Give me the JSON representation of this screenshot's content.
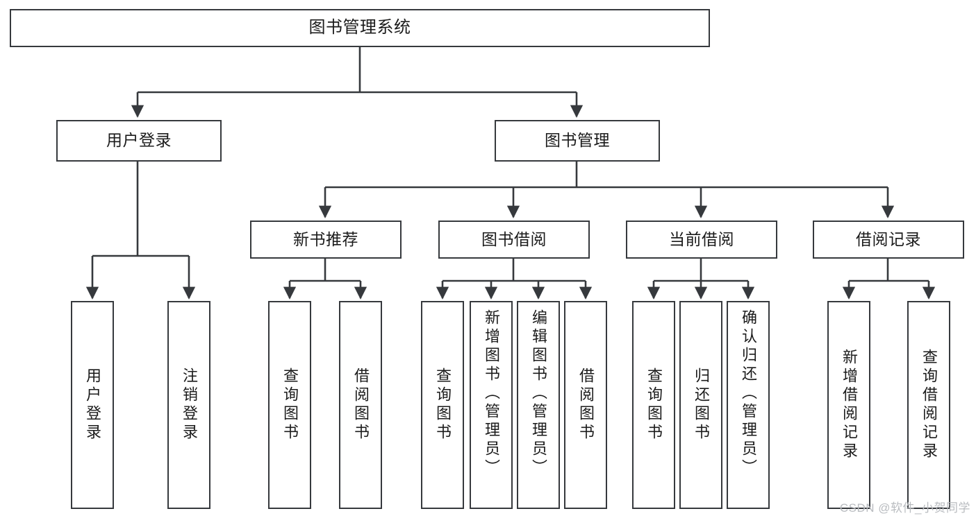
{
  "diagram": {
    "title": "图书管理系统",
    "watermark": "CSDN @软件_小贺同学",
    "colors": {
      "background": "#ffffff",
      "box_border": "#36393d",
      "box_fill": "#ffffff",
      "connector": "#36393d",
      "text": "#1b1b1b",
      "watermark": "#b9bcc0"
    },
    "root": {
      "label": "图书管理系统"
    },
    "level1": [
      {
        "label": "用户登录"
      },
      {
        "label": "图书管理"
      }
    ],
    "level2": [
      {
        "label": "新书推荐"
      },
      {
        "label": "图书借阅"
      },
      {
        "label": "当前借阅"
      },
      {
        "label": "借阅记录"
      }
    ],
    "leaves": {
      "user_login": [
        {
          "label": "用户登录"
        },
        {
          "label": "注销登录"
        }
      ],
      "new_book": [
        {
          "label": "查询图书"
        },
        {
          "label": "借阅图书"
        }
      ],
      "book_borrow": [
        {
          "label": "查询图书"
        },
        {
          "label": "新增图书（管理员）"
        },
        {
          "label": "编辑图书（管理员）"
        },
        {
          "label": "借阅图书"
        }
      ],
      "current_borrow": [
        {
          "label": "查询图书"
        },
        {
          "label": "归还图书"
        },
        {
          "label": "确认归还（管理员）"
        }
      ],
      "borrow_record": [
        {
          "label": "新增借阅记录"
        },
        {
          "label": "查询借阅记录"
        }
      ]
    }
  }
}
